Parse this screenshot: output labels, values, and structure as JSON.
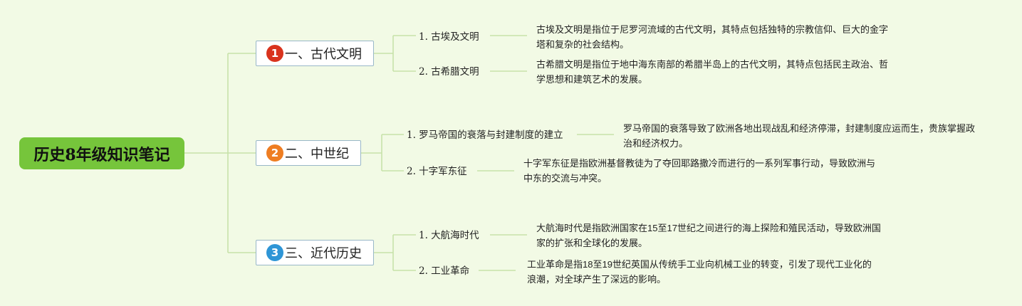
{
  "root": {
    "label": "历史8年级知识笔记"
  },
  "colors": {
    "background": "#f2fae5",
    "root_fill": "#76c53b",
    "link": "#c7e2a9",
    "branch_border": "#98b7c8"
  },
  "branches": [
    {
      "number": "1",
      "badge_color": "#d9331d",
      "label": "一、古代文明",
      "topics": [
        {
          "label": "1. 古埃及文明",
          "desc": "古埃及文明是指位于尼罗河流域的古代文明，其特点包括独特的宗教信仰、巨大的金字塔和复杂的社会结构。"
        },
        {
          "label": "2. 古希腊文明",
          "desc": "古希腊文明是指位于地中海东南部的希腊半岛上的古代文明，其特点包括民主政治、哲学思想和建筑艺术的发展。"
        }
      ]
    },
    {
      "number": "2",
      "badge_color": "#ee7d22",
      "label": "二、中世纪",
      "topics": [
        {
          "label": "1. 罗马帝国的衰落与封建制度的建立",
          "desc": "罗马帝国的衰落导致了欧洲各地出现战乱和经济停滞，封建制度应运而生，贵族掌握政治和经济权力。"
        },
        {
          "label": "2. 十字军东征",
          "desc": "十字军东征是指欧洲基督教徒为了夺回耶路撒冷而进行的一系列军事行动，导致欧洲与中东的交流与冲突。"
        }
      ]
    },
    {
      "number": "3",
      "badge_color": "#2e95d6",
      "label": "三、近代历史",
      "topics": [
        {
          "label": "1. 大航海时代",
          "desc": "大航海时代是指欧洲国家在15至17世纪之间进行的海上探险和殖民活动，导致欧洲国家的扩张和全球化的发展。"
        },
        {
          "label": "2. 工业革命",
          "desc": "工业革命是指18至19世纪英国从传统手工业向机械工业的转变，引发了现代工业化的浪潮，对全球产生了深远的影响。"
        }
      ]
    }
  ]
}
